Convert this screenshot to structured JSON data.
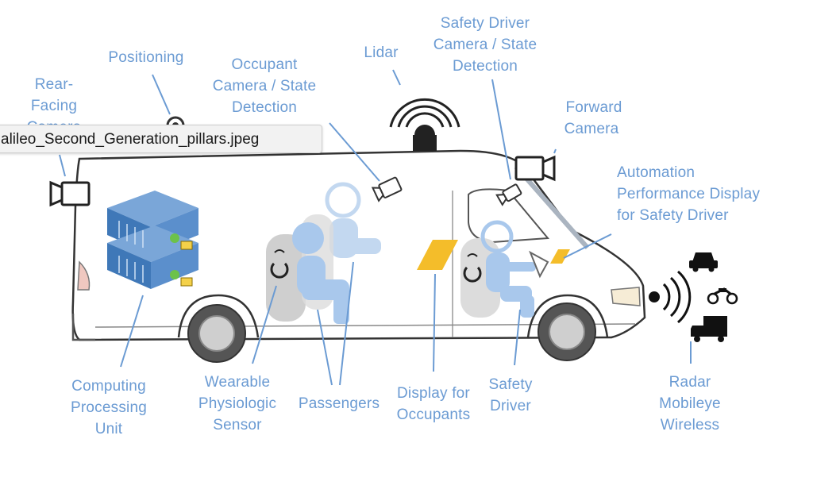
{
  "tooltip": {
    "text": "alileo_Second_Generation_pillars.jpeg"
  },
  "labels": {
    "positioning": "Positioning",
    "rear_facing_1": "Rear-",
    "rear_facing_2": "Facing",
    "rear_facing_3": "Camera",
    "occupant_1": "Occupant",
    "occupant_2": "Camera / State",
    "occupant_3": "Detection",
    "lidar": "Lidar",
    "safety_cam_1": "Safety Driver",
    "safety_cam_2": "Camera / State",
    "safety_cam_3": "Detection",
    "forward_1": "Forward",
    "forward_2": "Camera",
    "automation_1": "Automation",
    "automation_2": "Performance Display",
    "automation_3": "for Safety Driver",
    "computing_1": "Computing",
    "computing_2": "Processing",
    "computing_3": "Unit",
    "wearable_1": "Wearable",
    "wearable_2": "Physiologic",
    "wearable_3": "Sensor",
    "passengers": "Passengers",
    "display_1": "Display for",
    "display_2": "Occupants",
    "safety_driver_1": "Safety",
    "safety_driver_2": "Driver",
    "radar_1": "Radar",
    "radar_2": "Mobileye",
    "radar_3": "Wireless"
  },
  "colors": {
    "label_blue": "#6b9bd3",
    "seat_blue": "#a9c8ec",
    "display_yellow": "#f4bd2a",
    "van_outline": "#333333"
  }
}
